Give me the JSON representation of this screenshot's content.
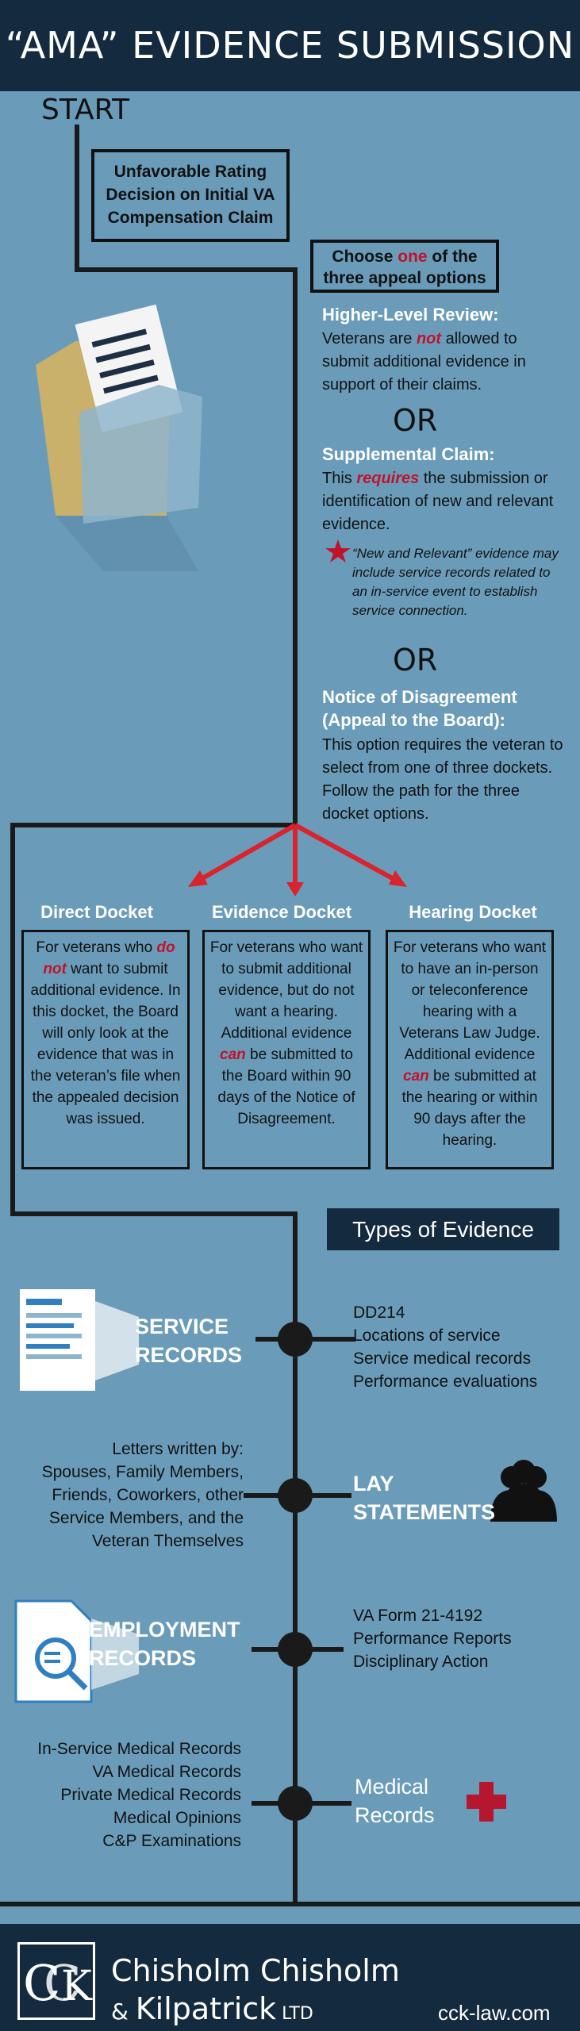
{
  "header": {
    "title": "“AMA” EVIDENCE SUBMISSION"
  },
  "start_label": "START",
  "initial_decision": [
    "Unfavorable Rating",
    "Decision on Initial VA",
    "Compensation Claim"
  ],
  "choose": {
    "pre": "Choose ",
    "highlight": "one",
    "post": " of the",
    "line2": "three appeal options"
  },
  "hlr": {
    "title": "Higher-Level Review:",
    "t1": "Veterans are ",
    "hl": "not",
    "t2": " allowed to submit additional evidence in support of their claims."
  },
  "or_label": "OR",
  "supp": {
    "title": "Supplemental Claim:",
    "t1": "This ",
    "hl": "requires",
    "t2": " the submission or identification of new and relevant evidence.",
    "note": "“New and Relevant” evidence may include service records related to an in-service event to establish service connection."
  },
  "nod": {
    "title1": "Notice of Disagreement",
    "title2": "(Appeal to the Board):",
    "body": "This option requires the veteran to select from one of three dockets. Follow the path for the three docket options."
  },
  "dockets": {
    "direct": {
      "title": "Direct Docket",
      "t1": "For veterans who ",
      "hl": "do not",
      "t2": " want to submit additional evidence. In this docket, the Board will only look at the evidence that was in the veteran’s file when the appealed decision was issued."
    },
    "evidence": {
      "title": "Evidence Docket",
      "t1": "For veterans who want to submit additional evidence, but do not want a hearing. Additional evidence ",
      "hl": "can",
      "t2": " be submitted to the Board within 90 days of the Notice of Disagreement."
    },
    "hearing": {
      "title": "Hearing Docket",
      "t1": "For veterans who want to have an in-person or teleconference hearing with a Veterans Law Judge. Additional evidence ",
      "hl": "can",
      "t2": " be submitted at the hearing or within 90 days after the hearing."
    }
  },
  "types_title": "Types of Evidence",
  "evidence": {
    "service": {
      "label1": "SERVICE",
      "label2": "RECORDS",
      "items": [
        "DD214",
        "Locations of service",
        "Service medical records",
        "Performance evaluations"
      ]
    },
    "lay": {
      "label1": "LAY",
      "label2": "STATEMENTS",
      "items": [
        "Letters written by:",
        "Spouses, Family Members,",
        "Friends, Coworkers, other",
        "Service Members, and the",
        "Veteran Themselves"
      ]
    },
    "employment": {
      "label1": "EMPLOYMENT",
      "label2": "RECORDS",
      "items": [
        "VA Form 21-4192",
        "Performance Reports",
        "Disciplinary Action"
      ]
    },
    "medical": {
      "label1": "Medical",
      "label2": "Records",
      "items": [
        "In-Service Medical Records",
        "VA Medical Records",
        "Private Medical Records",
        "Medical Opinions",
        "C&P Examinations"
      ]
    }
  },
  "footer": {
    "logo_letters": "CCK",
    "firm_line1": "Chisholm Chisholm",
    "firm_amp": "& ",
    "firm_line2": "Kilpatrick",
    "firm_ltd": " LTD",
    "site": "cck-law.com"
  },
  "colors": {
    "background": "#6a9cba",
    "navy": "#142a3f",
    "accent_red": "#c1122b",
    "line": "#1a1a1a"
  }
}
